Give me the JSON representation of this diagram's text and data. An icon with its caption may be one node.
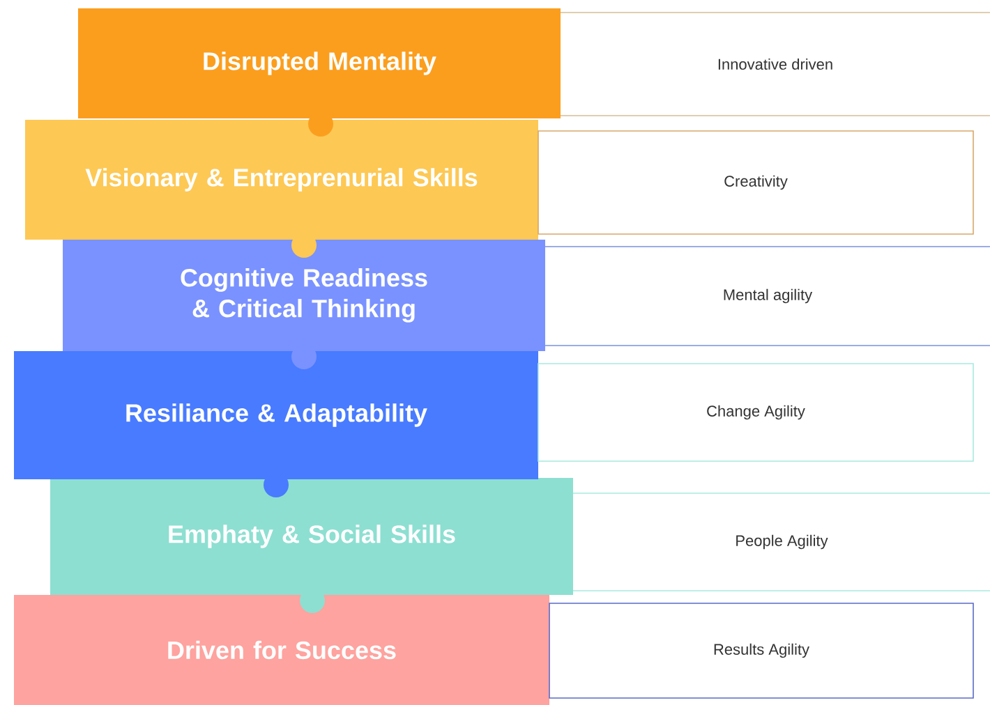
{
  "diagram": {
    "nodes": [
      {
        "text": [
          "Disrupted Mentality"
        ]
      },
      {
        "text": [
          "Visionary & Entreprenurial Skills"
        ]
      },
      {
        "text": [
          "Cognitive Readiness & Critical Thinking"
        ]
      },
      {
        "text": [
          "Resiliance & Adaptability"
        ]
      },
      {
        "text": [
          "Emphaty & Social Skills"
        ]
      },
      {
        "text": [
          "Driven for Success"
        ]
      },
      {
        "text": [
          "Innovative driven"
        ]
      },
      {
        "text": [
          "Creativity"
        ]
      },
      {
        "text": [
          "Mental agility"
        ]
      },
      {
        "text": [
          "Change Agility"
        ]
      },
      {
        "text": [
          "People Agility"
        ]
      },
      {
        "text": [
          "Results Agility"
        ]
      }
    ]
  }
}
